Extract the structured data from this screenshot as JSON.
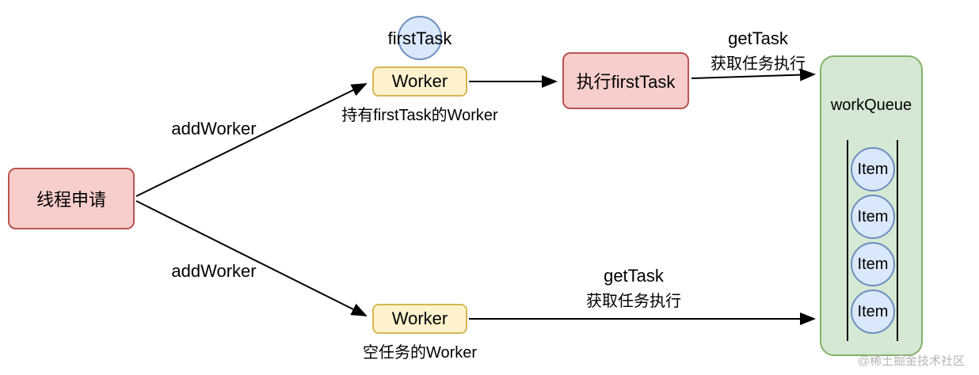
{
  "diagram": {
    "thread_request": "线程申请",
    "first_task": "firstTask",
    "worker_top": "Worker",
    "worker_top_caption": "持有firstTask的Worker",
    "execute_first_task": "执行firstTask",
    "worker_bottom": "Worker",
    "worker_bottom_caption": "空任务的Worker",
    "work_queue_title": "workQueue",
    "queue_items": [
      "Item",
      "Item",
      "Item",
      "Item"
    ],
    "edge_labels": {
      "add_worker_top": "addWorker",
      "add_worker_bottom": "addWorker",
      "get_task_top": "getTask",
      "get_task_top_sub": "获取任务执行",
      "get_task_bottom": "getTask",
      "get_task_bottom_sub": "获取任务执行"
    },
    "watermark": "@稀土掘金技术社区"
  },
  "colors": {
    "pink_fill": "#f8cecc",
    "pink_border": "#b85450",
    "yellow_fill": "#fff2cc",
    "yellow_border": "#d6b656",
    "blue_fill": "#dae8fc",
    "blue_border": "#6c8ebf",
    "green_fill": "#d5e8d4",
    "green_border": "#82b366"
  }
}
